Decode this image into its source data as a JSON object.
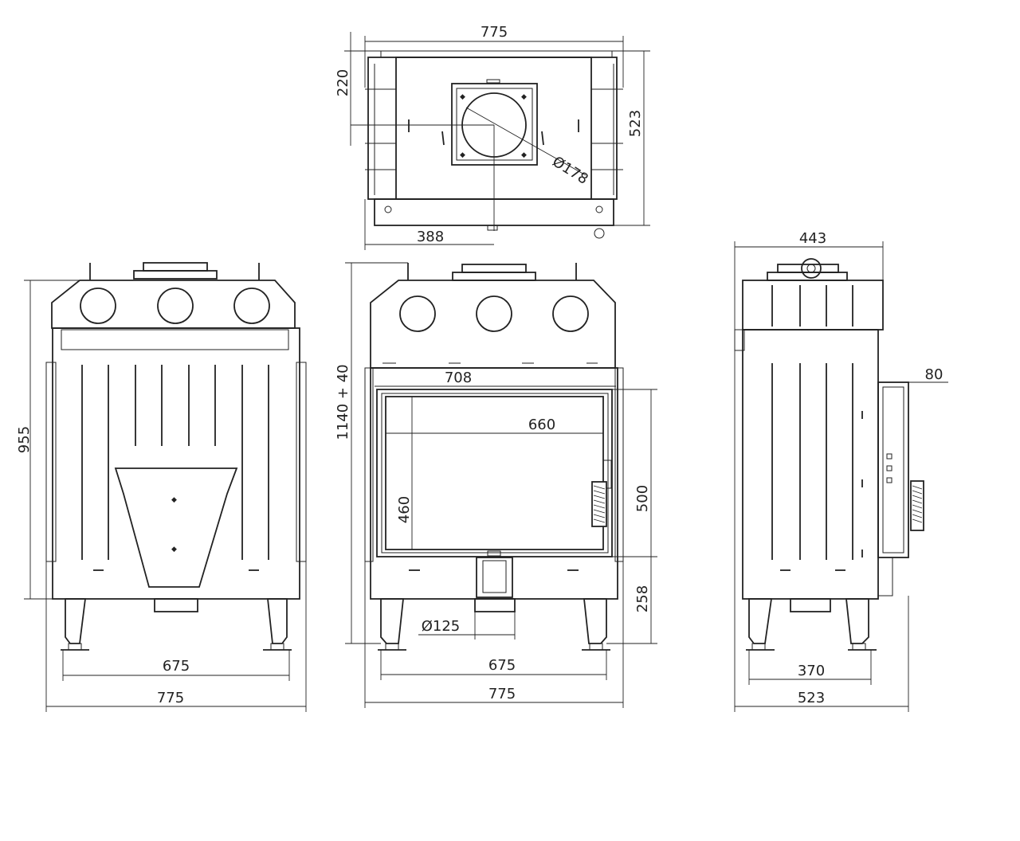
{
  "top_view": {
    "width": "775",
    "offset": "220",
    "depth": "523",
    "flue_diameter": "Ø178",
    "flue_position": "388"
  },
  "front_view": {
    "height": "1140 + 40",
    "door_width": "708",
    "glass_width": "660",
    "glass_height": "460",
    "door_height": "500",
    "base_height": "258",
    "air_inlet": "Ø125",
    "legs": "675",
    "width": "775"
  },
  "rear_view": {
    "height": "955",
    "legs": "675",
    "width": "775"
  },
  "side_view": {
    "depth_top": "443",
    "handle": "80",
    "legs": "370",
    "depth": "523"
  }
}
